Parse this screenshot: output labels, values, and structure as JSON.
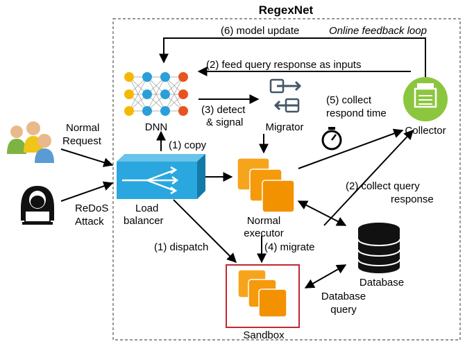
{
  "title": "RegexNet",
  "nodes": {
    "dnn": "DNN",
    "migrator": "Migrator",
    "collector": "Collector",
    "load_balancer": [
      "Load",
      "balancer"
    ],
    "normal_executor": [
      "Normal",
      "executor"
    ],
    "database": "Database",
    "sandbox": "Sandbox",
    "normal_request": [
      "Normal",
      "Request"
    ],
    "redos_attack": [
      "ReDoS",
      "Attack"
    ]
  },
  "edges": {
    "model_update": "(6) model update",
    "feedback_loop": "Online feedback loop",
    "feed_query": "(2) feed query response as inputs",
    "detect_signal": [
      "(3) detect",
      "& signal"
    ],
    "collect_time": [
      "(5) collect",
      "respond time"
    ],
    "copy": "(1) copy",
    "collect_query": [
      "(2) collect query",
      "response"
    ],
    "dispatch": "(1) dispatch",
    "migrate": "(4) migrate",
    "db_query": [
      "Database",
      "query"
    ]
  },
  "colors": {
    "executor_orange": "#f39200",
    "sandbox_border": "#c0282d",
    "collector_green": "#8cc63f",
    "balancer_blue": "#2aa7de",
    "dnn_blue": "#2a9fd8",
    "dnn_yellow": "#f5b800",
    "dnn_red": "#e8541f"
  }
}
